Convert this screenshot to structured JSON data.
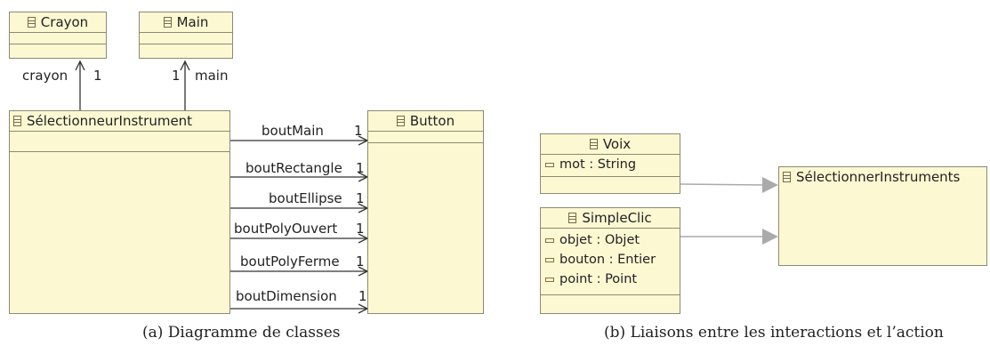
{
  "diagram_a": {
    "classes": {
      "crayon": "Crayon",
      "main": "Main",
      "selectionneur": "SélectionneurInstrument",
      "button": "Button"
    },
    "crayon_role": "crayon",
    "crayon_mult": "1",
    "main_mult": "1",
    "main_role": "main",
    "associations": [
      {
        "role": "boutMain",
        "mult": "1"
      },
      {
        "role": "boutRectangle",
        "mult": "1"
      },
      {
        "role": "boutEllipse",
        "mult": "1"
      },
      {
        "role": "boutPolyOuvert",
        "mult": "1"
      },
      {
        "role": "boutPolyFerme",
        "mult": "1"
      },
      {
        "role": "boutDimension",
        "mult": "1"
      }
    ],
    "caption": "(a) Diagramme de classes"
  },
  "diagram_b": {
    "voix": {
      "name": "Voix",
      "attrs": [
        "mot : String"
      ]
    },
    "simpleclic": {
      "name": "SimpleClic",
      "attrs": [
        "objet : Objet",
        "bouton : Entier",
        "point : Point"
      ]
    },
    "action": "SélectionnerInstruments",
    "caption": "(b) Liaisons entre les interactions et l’action"
  }
}
